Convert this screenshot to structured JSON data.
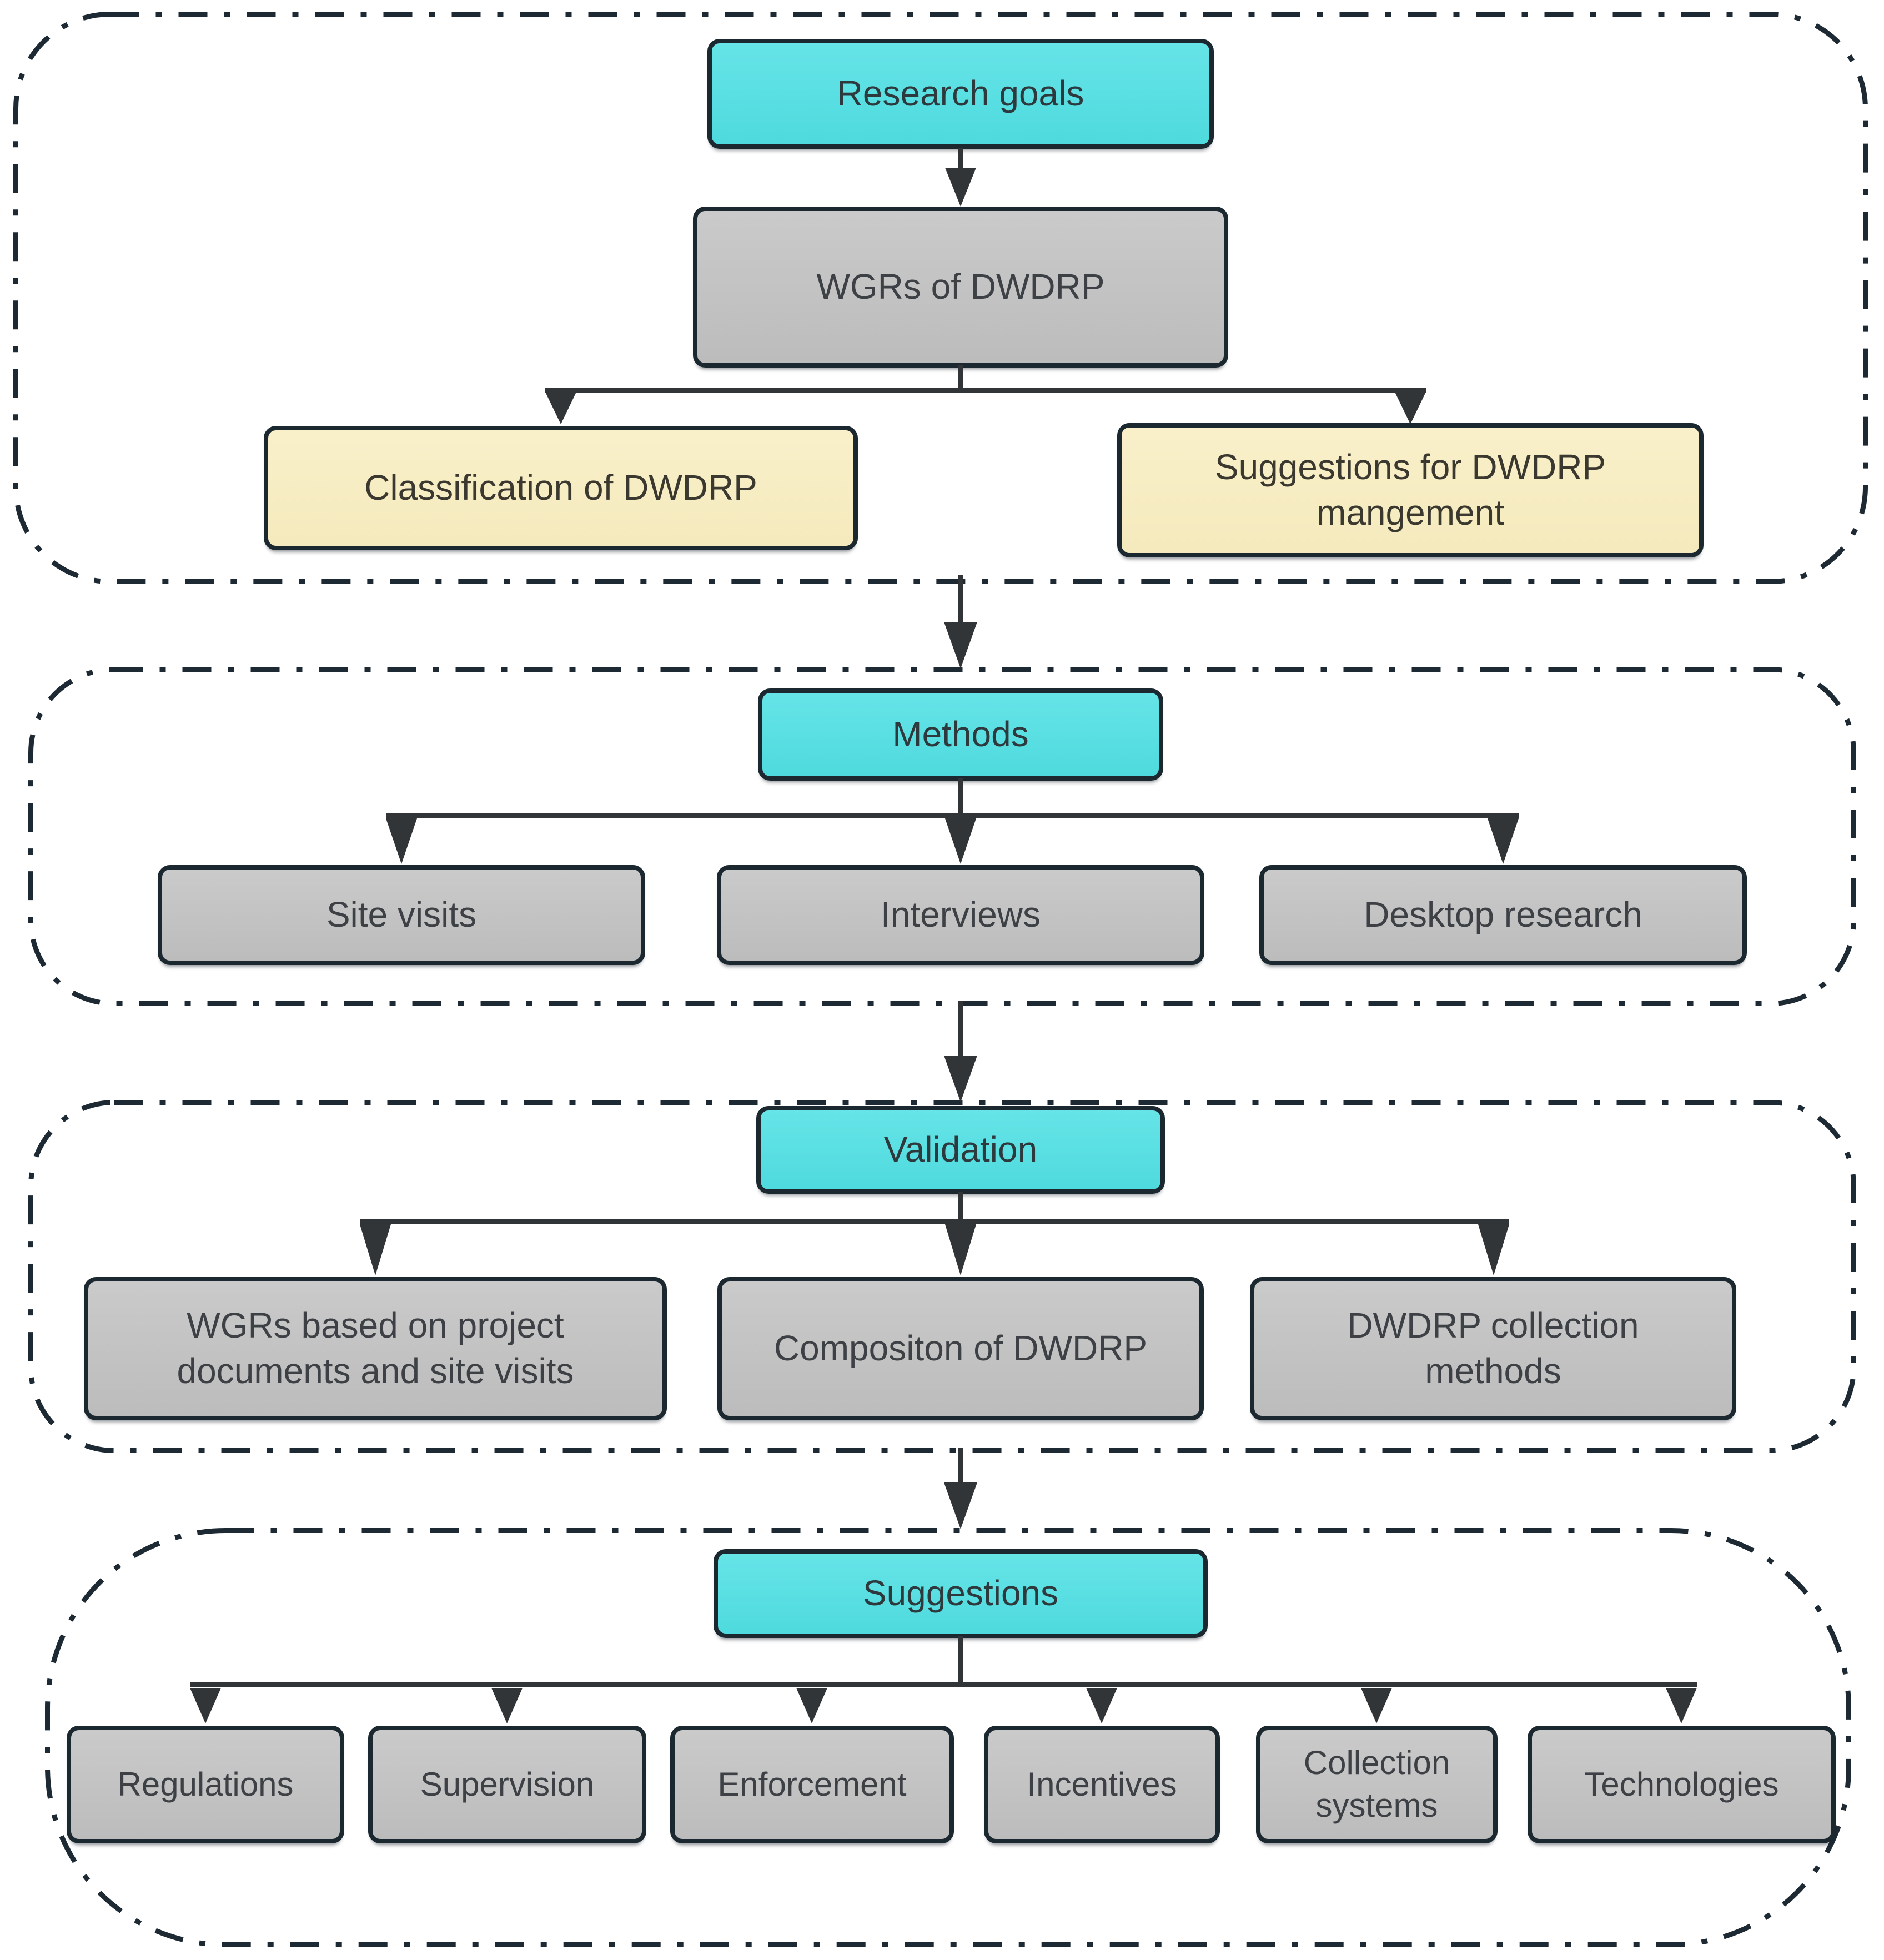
{
  "diagram": {
    "background": "#ffffff",
    "colors": {
      "phase_box_cyan": "#58dfe3",
      "item_box_gray": "#c2c2c2",
      "highlight_box_yellow": "#f7edc3",
      "box_border": "#1c2830",
      "section_dash_border": "#1e2a33",
      "connector": "#323537",
      "text": "#383c40"
    },
    "sections": [
      {
        "title": "Research goals",
        "nodes": [
          {
            "label": "WGRs of DWDRP"
          },
          {
            "label": "Classification of DWDRP"
          },
          {
            "label": "Suggestions for DWDRP\nmangement"
          }
        ]
      },
      {
        "title": "Methods",
        "nodes": [
          {
            "label": "Site visits"
          },
          {
            "label": "Interviews"
          },
          {
            "label": "Desktop research"
          }
        ]
      },
      {
        "title": "Validation",
        "nodes": [
          {
            "label": "WGRs based on project\ndocuments and site visits"
          },
          {
            "label": "Compositon of DWDRP"
          },
          {
            "label": "DWDRP collection\nmethods"
          }
        ]
      },
      {
        "title": "Suggestions",
        "nodes": [
          {
            "label": "Regulations"
          },
          {
            "label": "Supervision"
          },
          {
            "label": "Enforcement"
          },
          {
            "label": "Incentives"
          },
          {
            "label": "Collection\nsystems"
          },
          {
            "label": "Technologies"
          }
        ]
      }
    ]
  }
}
